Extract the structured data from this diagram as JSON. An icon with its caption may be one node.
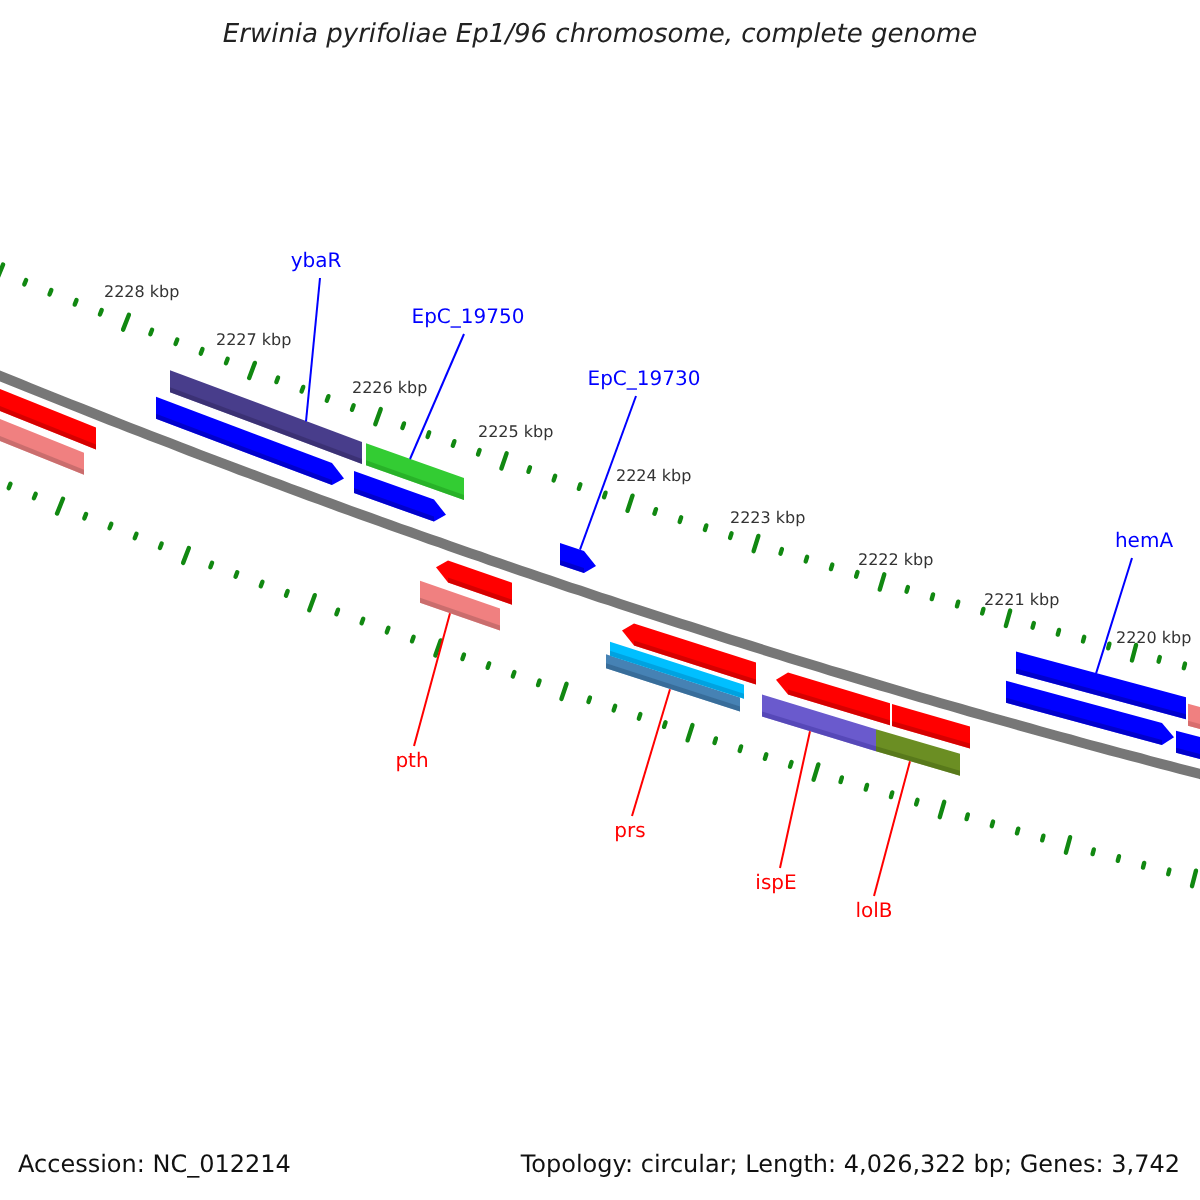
{
  "diagram": {
    "title": "Erwinia pyrifoliae Ep1/96 chromosome, complete genome",
    "nodes": [
      {
        "text": [
          "ybaR"
        ]
      },
      {
        "text": [
          "EpC_19750"
        ]
      },
      {
        "text": [
          "EpC_19730"
        ]
      },
      {
        "text": [
          "hemA"
        ]
      },
      {
        "text": [
          "pth"
        ]
      },
      {
        "text": [
          "prs"
        ]
      },
      {
        "text": [
          "ispE"
        ]
      },
      {
        "text": [
          "lolB"
        ]
      },
      {
        "text": [],
        "shape": "bar"
      },
      {
        "text": [],
        "shape": "bar"
      },
      {
        "text": [],
        "shape": "arrow"
      },
      {
        "text": [],
        "shape": "bar"
      },
      {
        "text": [],
        "shape": "arrow"
      },
      {
        "text": [],
        "shape": "bar"
      },
      {
        "text": [],
        "shape": "bar"
      },
      {
        "text": [],
        "shape": "arrow"
      },
      {
        "text": [],
        "shape": "arrow"
      },
      {
        "text": [],
        "shape": "bar"
      },
      {
        "text": [],
        "shape": "bar"
      },
      {
        "text": [],
        "shape": "arrow"
      },
      {
        "text": [],
        "shape": "bar"
      },
      {
        "text": [],
        "shape": "arrow"
      },
      {
        "text": [],
        "shape": "bar"
      },
      {
        "text": [],
        "shape": "bar"
      },
      {
        "text": [],
        "shape": "arrow"
      },
      {
        "text": [],
        "shape": "bar"
      },
      {
        "text": [],
        "shape": "bar"
      },
      {
        "text": [],
        "shape": "bar"
      }
    ],
    "edges": [
      {
        "from": 0,
        "to": 11,
        "arrow": "none",
        "color": "#0000ff"
      },
      {
        "from": 1,
        "to": 13,
        "arrow": "none",
        "color": "#0000ff"
      },
      {
        "from": 2,
        "to": 16,
        "arrow": "none",
        "color": "#0000ff"
      },
      {
        "from": 3,
        "to": 25,
        "arrow": "none",
        "color": "#0000ff"
      },
      {
        "from": 4,
        "to": 14,
        "arrow": "none",
        "color": "#ff0000"
      },
      {
        "from": 5,
        "to": 17,
        "arrow": "none",
        "color": "#ff0000"
      },
      {
        "from": 6,
        "to": 20,
        "arrow": "none",
        "color": "#ff0000"
      },
      {
        "from": 7,
        "to": 22,
        "arrow": "none",
        "color": "#ff0000"
      }
    ],
    "labels": [
      "2228 kbp",
      "2227 kbp",
      "2226 kbp",
      "2225 kbp",
      "2224 kbp",
      "2223 kbp",
      "2222 kbp",
      "2221 kbp",
      "2220 kbp",
      "Accession: NC_012214",
      "Topology: circular; Length: 4,026,322 bp; Genes: 3,742"
    ]
  }
}
